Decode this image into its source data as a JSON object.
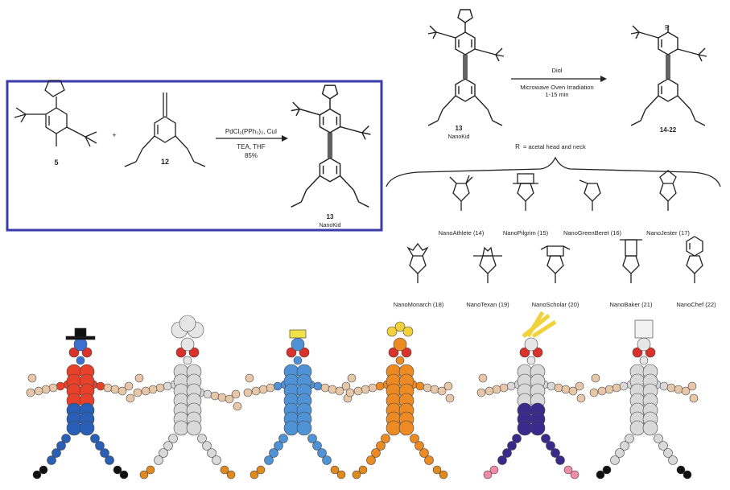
{
  "left_scheme": {
    "compound_5": "5",
    "plus": "+",
    "compound_12": "12",
    "reagents_top": "PdCl₂(PPh₃)₂, CuI",
    "reagents_mid": "TEA, THF",
    "yield": "85%",
    "product_number": "13",
    "product_name": "NanoKid"
  },
  "right_scheme": {
    "start_number": "13",
    "start_name": "NanoKid",
    "reagent_top": "Diol",
    "reagent_mid": "Microwave Oven Irradiation",
    "reagent_bottom": "1-15 min",
    "product_number": "14-22",
    "r_label": "R",
    "r_definition": "= acetal head and neck"
  },
  "heads": [
    {
      "id": "athlete",
      "label": "NanoAthlete (14)"
    },
    {
      "id": "pilgrim",
      "label": "NanoPilgrim (15)"
    },
    {
      "id": "greenberet",
      "label": "NanoGreenBeret (16)"
    },
    {
      "id": "jester",
      "label": "NanoJester (17)"
    },
    {
      "id": "monarch",
      "label": "NanoMonarch (18)"
    },
    {
      "id": "texan",
      "label": "NanoTexan (19)"
    },
    {
      "id": "scholar",
      "label": "NanoScholar (20)"
    },
    {
      "id": "baker",
      "label": "NanoBaker (21)"
    },
    {
      "id": "chef",
      "label": "NanoChef (22)"
    }
  ],
  "figures": [
    {
      "id": "texan",
      "body": "#e8412b",
      "legs": "#2a5fb8",
      "head": "#3b6fd0",
      "hat": "#111111",
      "feet": "#111111"
    },
    {
      "id": "chef",
      "body": "#d9d9d9",
      "legs": "#d9d9d9",
      "head": "#e6e6e6",
      "hat": "#e6e6e6",
      "feet": "#e08a1e"
    },
    {
      "id": "jester",
      "body": "#4f93d6",
      "legs": "#4f93d6",
      "head": "#4f93d6",
      "hat": "#f2e24a",
      "feet": "#e08a1e"
    },
    {
      "id": "monarch",
      "body": "#ee8a24",
      "legs": "#ee8a24",
      "head": "#ee8a24",
      "hat": "#f2d23a",
      "feet": "#e08a1e"
    },
    {
      "id": "scholar",
      "body": "#d9d9d9",
      "legs": "#3a2a8c",
      "head": "#e6e6e6",
      "hat": "#f2d23a",
      "feet": "#f08aa8"
    },
    {
      "id": "baker",
      "body": "#d9d9d9",
      "legs": "#d9d9d9",
      "head": "#e6e6e6",
      "hat": "#f2f2f2",
      "feet": "#111111"
    }
  ],
  "colors": {
    "box_border": "#3a3aa8",
    "line": "#222222",
    "limb": "#e8c7a8",
    "heteroatom": "#d8322b"
  }
}
